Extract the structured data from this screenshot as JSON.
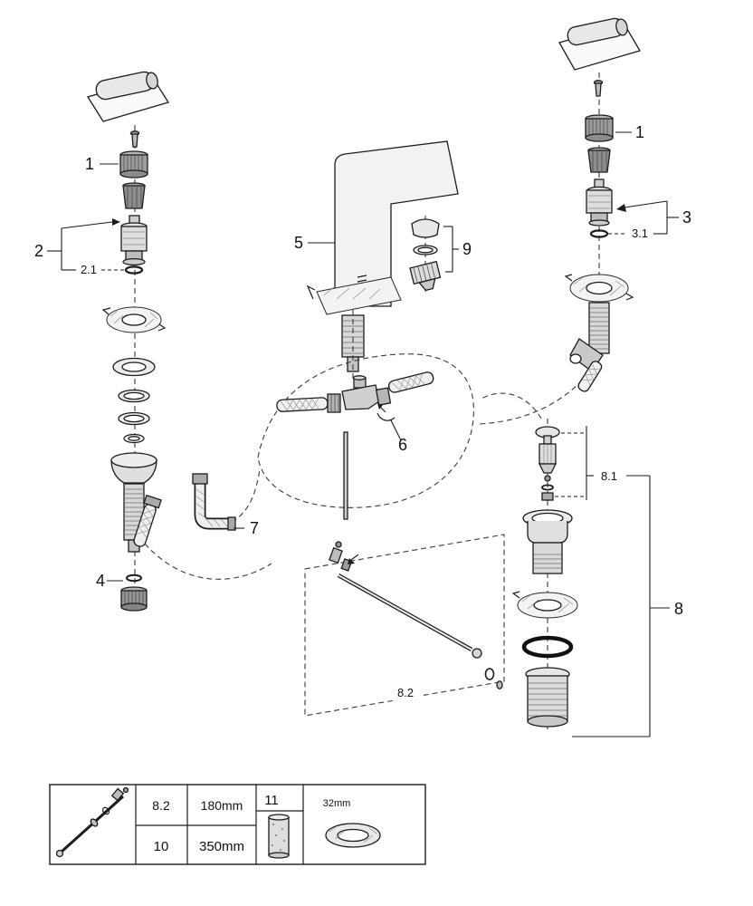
{
  "page": {
    "background": "#ffffff",
    "line_color": "#1c1c1c"
  },
  "callouts": {
    "left_cap_nut": "1",
    "left_cartridge": "2",
    "left_cartridge_oring": "2.1",
    "left_mounting_nut": "4",
    "spout": "5",
    "tee_clip": "6",
    "connection_hose": "7",
    "right_cap_nut": "1",
    "right_cartridge": "3",
    "right_cartridge_oring": "3.1",
    "aerator": "9",
    "drain_assembly": "8",
    "popup_plug": "8.1",
    "pull_rod": "8.2"
  },
  "legend": {
    "rod_ref": "8.2",
    "rod_length": "180mm",
    "rod_alt_ref": "10",
    "rod_alt_length": "350mm",
    "cartridge_ref": "11",
    "gasket_size": "32mm"
  }
}
